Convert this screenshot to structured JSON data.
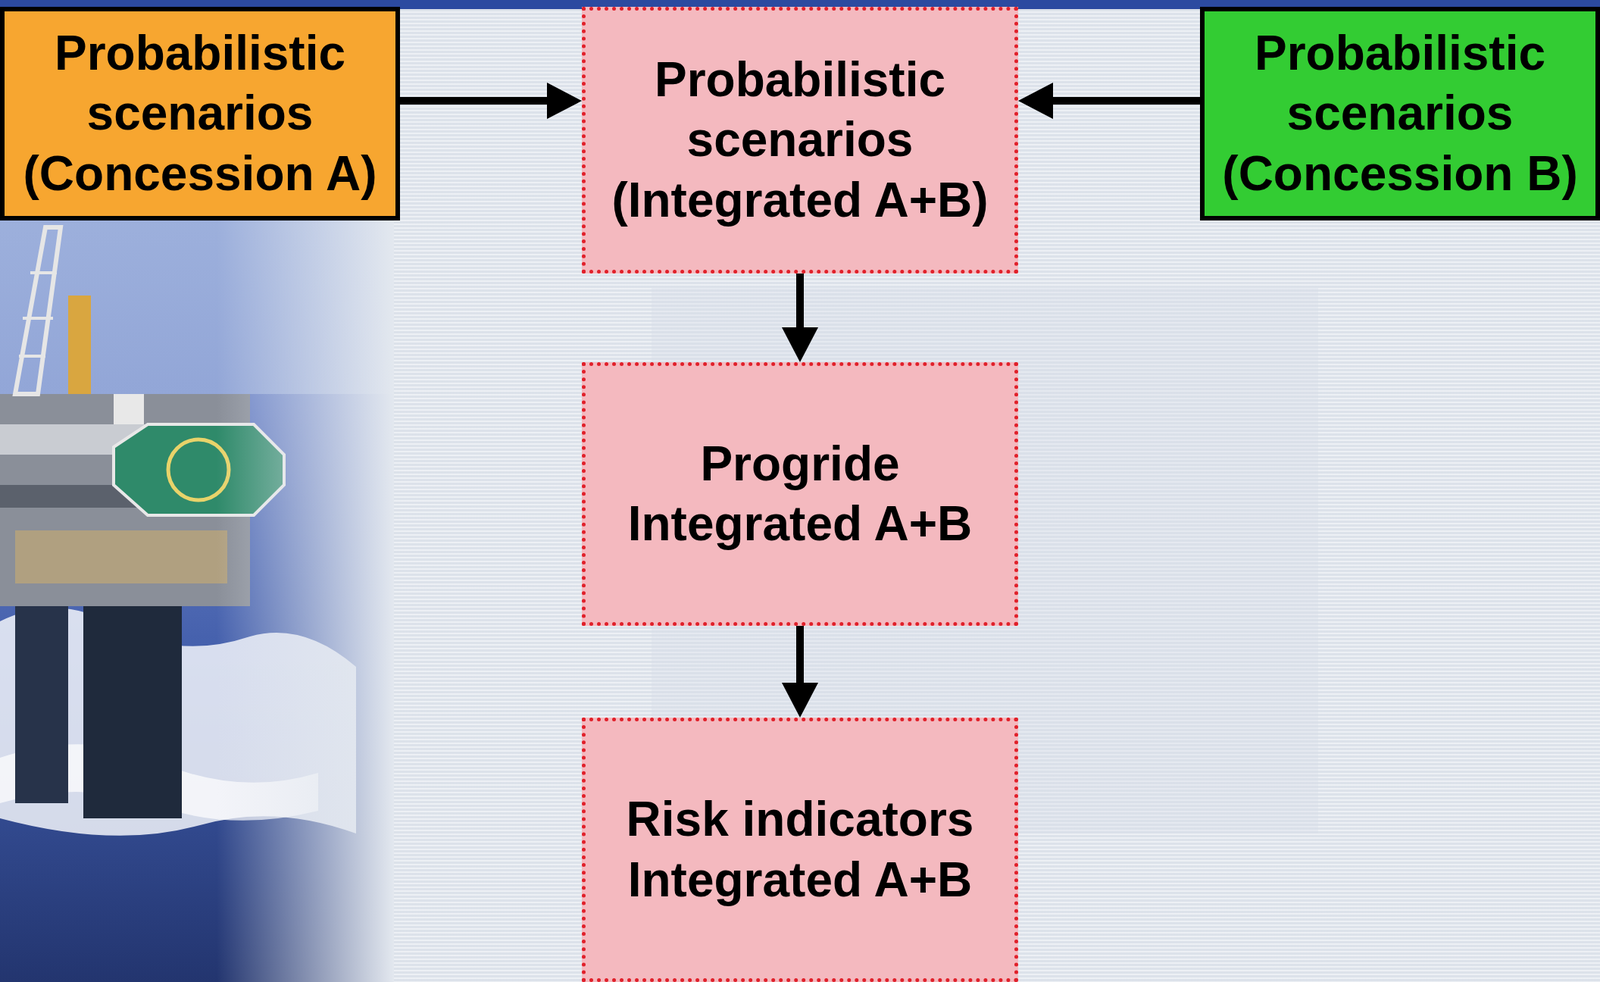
{
  "diagram": {
    "nodes": [
      {
        "text": [
          "Probabilistic scenarios (Concession A)"
        ]
      },
      {
        "text": [
          "Probabilistic scenarios (Integrated A+B)"
        ]
      },
      {
        "text": [
          "Probabilistic scenarios (Concession B)"
        ]
      },
      {
        "text": [
          "Progride Integrated A+B"
        ]
      },
      {
        "text": [
          "Risk indicators Integrated A+B"
        ]
      }
    ],
    "edges": [
      {
        "from": 0,
        "to": 1,
        "arrow": "to"
      },
      {
        "from": 2,
        "to": 1,
        "arrow": "to"
      },
      {
        "from": 1,
        "to": 3,
        "arrow": "to"
      },
      {
        "from": 3,
        "to": 4,
        "arrow": "to"
      }
    ]
  }
}
